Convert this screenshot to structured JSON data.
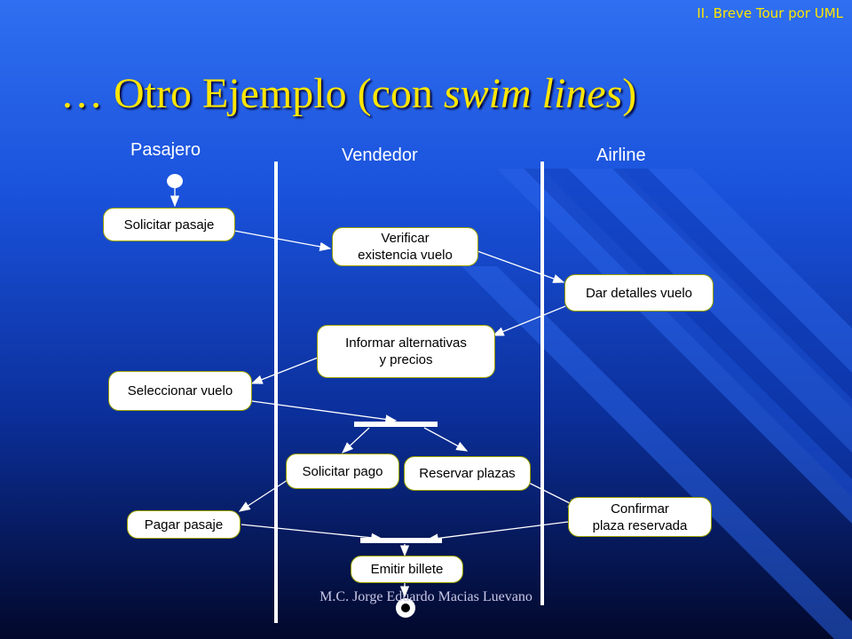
{
  "header": {
    "tag": "II. Breve Tour por UML",
    "title_prefix": "… Otro Ejemplo (con ",
    "title_italic": "swim lines",
    "title_suffix": ")"
  },
  "lanes": [
    "Pasajero",
    "Vendedor",
    "Airline"
  ],
  "activities": {
    "solicitar_pasaje": "Solicitar pasaje",
    "verificar": "Verificar\nexistencia vuelo",
    "dar_detalles": "Dar detalles vuelo",
    "informar": "Informar alternativas\ny precios",
    "seleccionar": "Seleccionar vuelo",
    "solicitar_pago": "Solicitar pago",
    "reservar": "Reservar plazas",
    "pagar": "Pagar pasaje",
    "confirmar": "Confirmar\nplaza reservada",
    "emitir": "Emitir billete"
  },
  "footer": "M.C. Jorge Eduardo Macias Luevano",
  "colors": {
    "title": "#ffe600",
    "node_border": "#9aa000",
    "background_top": "#2f6ff0",
    "background_bottom": "#02082a"
  }
}
